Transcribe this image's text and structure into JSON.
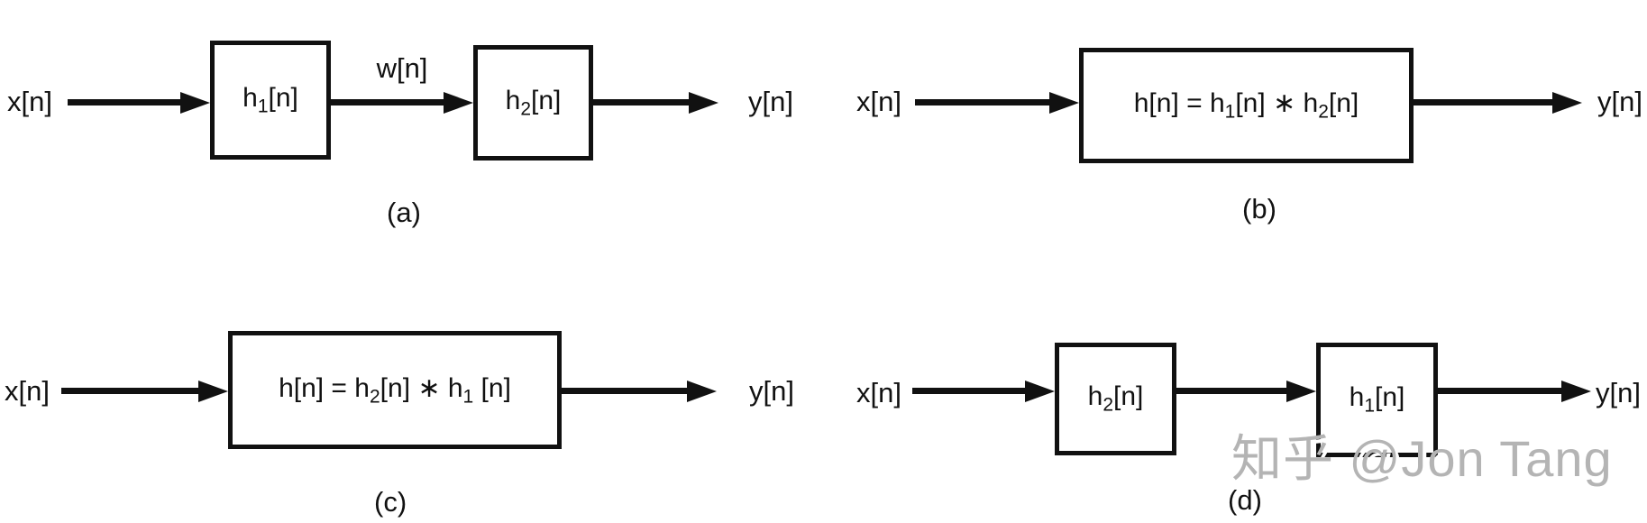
{
  "colors": {
    "ink": "#111111",
    "paper": "#ffffff",
    "watermark": "#b4b4b4"
  },
  "watermark": {
    "text": "知乎 @Jon Tang"
  },
  "diagrams": {
    "a": {
      "caption": "(a)",
      "input_label": "x[n]",
      "intermediate_label": "w[n]",
      "output_label": "y[n]",
      "box1": {
        "pre": "h",
        "sub": "1",
        "post": "[n]"
      },
      "box2": {
        "pre": "h",
        "sub": "2",
        "post": "[n]"
      }
    },
    "b": {
      "caption": "(b)",
      "input_label": "x[n]",
      "output_label": "y[n]",
      "box": {
        "p1": "h[n] = h",
        "s1": "1",
        "p2": "[n] ∗ h",
        "s2": "2",
        "p3": "[n]"
      }
    },
    "c": {
      "caption": "(c)",
      "input_label": "x[n]",
      "output_label": "y[n]",
      "box": {
        "p1": "h[n] = h",
        "s1": "2",
        "p2": "[n] ∗ h",
        "s2": "1",
        "p3": " [n]"
      }
    },
    "d": {
      "caption": "(d)",
      "input_label": "x[n]",
      "output_label": "y[n]",
      "box1": {
        "pre": "h",
        "sub": "2",
        "post": "[n]"
      },
      "box2": {
        "pre": "h",
        "sub": "1",
        "post": "[n]"
      }
    }
  }
}
